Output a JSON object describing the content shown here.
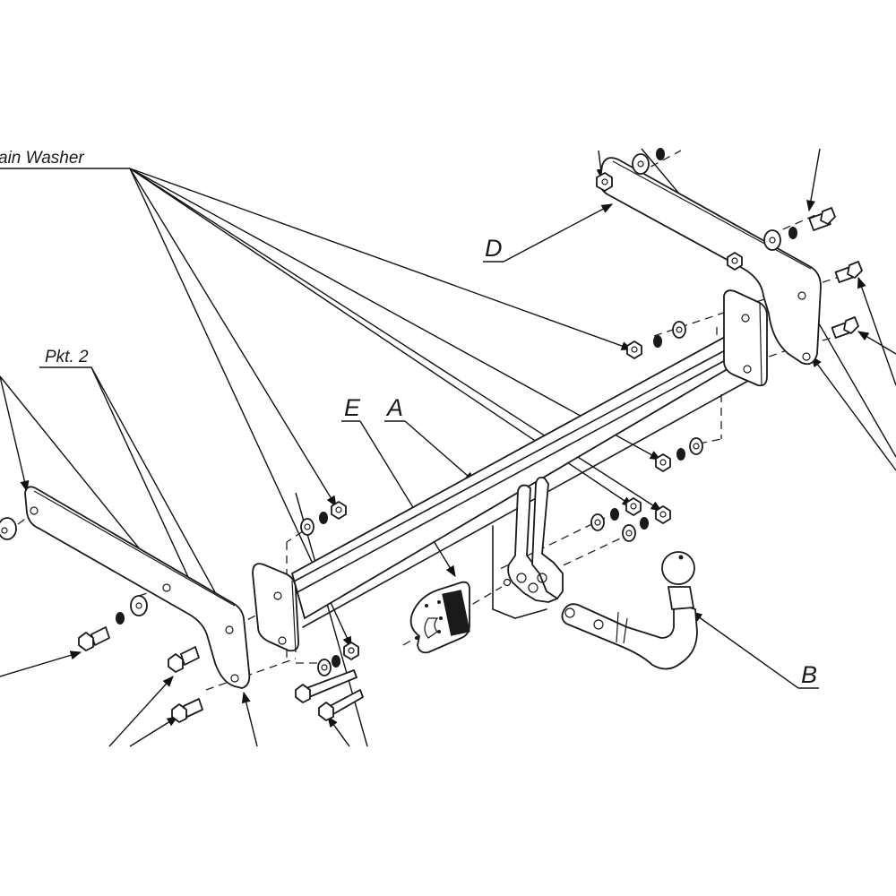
{
  "diagram": {
    "type": "exploded-assembly",
    "subject": "tow bar assembly",
    "labels": {
      "plain_washer": "ain Washer",
      "pkt2": "Pkt. 2",
      "part_a": "A",
      "part_b": "B",
      "part_d": "D",
      "part_e": "E"
    },
    "parts": [
      {
        "id": "A",
        "name": "cross-beam"
      },
      {
        "id": "B",
        "name": "tow-ball-neck"
      },
      {
        "id": "D",
        "name": "right-side-bracket"
      },
      {
        "id": "E",
        "name": "electrical-socket-plate"
      }
    ],
    "colors": {
      "line": "#1a1a1a",
      "background": "#ffffff"
    }
  }
}
